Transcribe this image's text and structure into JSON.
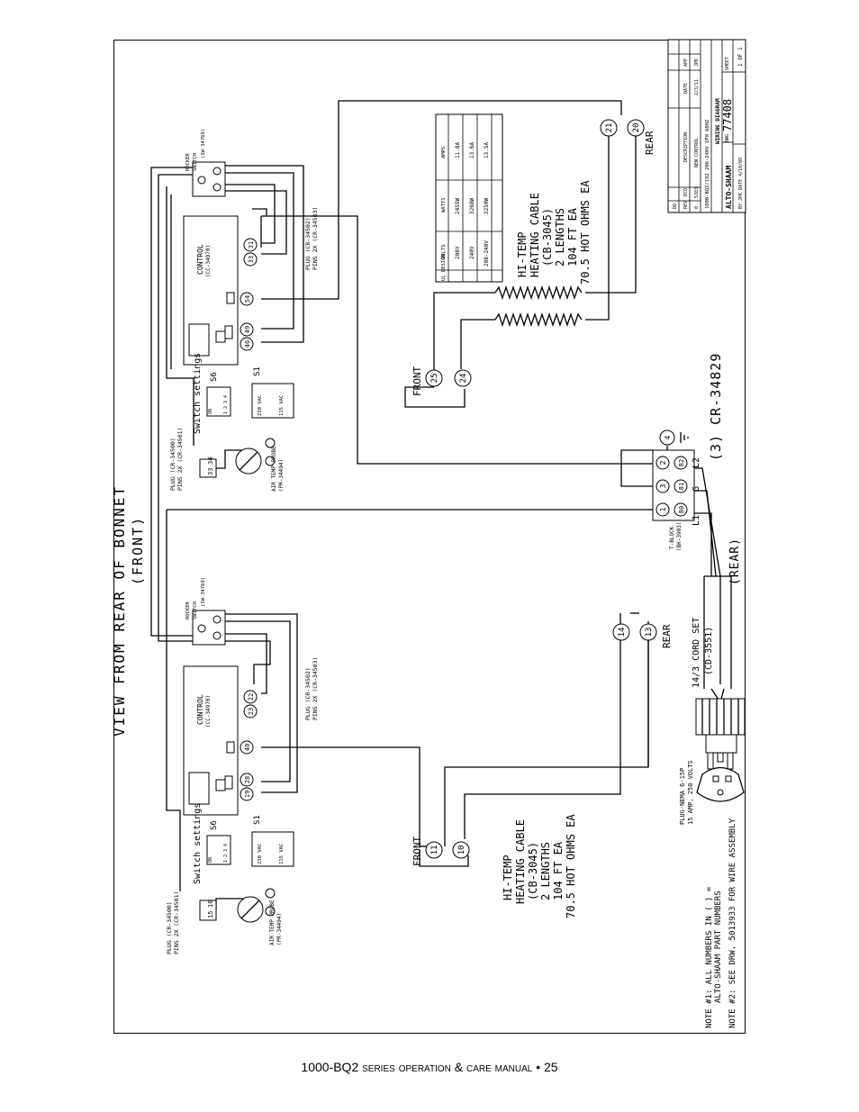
{
  "diagram": {
    "title": "VIEW FROM REAR OF BONNET",
    "subtitle": "(FRONT)",
    "rear_label": "(REAR)",
    "cord_id": "(3) CR-34829",
    "front_label": "FRONT",
    "rear_short": "REAR",
    "rocker_label": [
      "ROCKER",
      "SWITCH",
      "(SW-34769)"
    ],
    "control_label": [
      "CONTROL",
      "(CC-34970)"
    ],
    "switch_settings": "Switch settings",
    "s6": "S6",
    "s1": "S1",
    "dip_on": "ON",
    "dip_nums": "1 2 3 4",
    "s1_230": "230 VAC",
    "s1_115": "115 VAC",
    "plug_ctrl": [
      "PLUG (CR-34502)",
      "PINS 2X (CR-34503)"
    ],
    "plug_probe": [
      "PLUG (CR-34500)",
      "PINS 2X (CR-34501)"
    ],
    "probe_label": [
      "AIR TEMP PROBE",
      "(PR-34494)"
    ],
    "upper_circles": {
      "c31": "31",
      "c33": "33",
      "c54": "54",
      "c49": "49",
      "c46": "46",
      "c33b": "33",
      "c34": "34"
    },
    "lower_circles": {
      "c22": "22",
      "c23": "23",
      "c40": "40",
      "c28": "28",
      "c19": "19",
      "c15": "15",
      "c16": "16"
    },
    "heater_circles": {
      "c21": "21",
      "c20": "20",
      "c25": "25",
      "c24": "24",
      "c14": "14",
      "c13": "13",
      "c11": "11",
      "c10": "10"
    },
    "tblock": {
      "c2": "2",
      "c82": "82",
      "c3": "3",
      "c81": "81",
      "c1": "1",
      "c80": "80",
      "c4": "4",
      "label": [
        "T-BLOCK",
        "(BK-3903)"
      ],
      "l1": "L1",
      "l2": "L2",
      "g": "G"
    },
    "cord_set": [
      "14/3 CORD SET",
      "(CD-3551)"
    ],
    "plug_nema": [
      "PLUG-NEMA 6-15P",
      "15 AMP, 250 VOLTS"
    ],
    "heating_cable": [
      "HI-TEMP",
      "HEATING CABLE",
      "(CB-3045)",
      "2 LENGTHS",
      "104 FT EA",
      "70.5 HOT OHMS EA"
    ],
    "spec_table": {
      "headers": [
        "UL DESIGN",
        "VOLTS",
        "WATTS",
        "AMPS"
      ],
      "rows": [
        [
          "",
          "208V",
          "2455W",
          "11.8A"
        ],
        [
          "",
          "240V",
          "3268W",
          "13.6A"
        ],
        [
          "",
          "208-240V",
          "3250W",
          "13.5A"
        ]
      ]
    },
    "notes": [
      "NOTE #1: ALL NUMBERS IN ( ) =",
      "ALTO-SHAAM PART NUMBERS",
      "NOTE #2: SEE DRW. 5013933 FOR WIRE ASSEMBLY"
    ],
    "title_block": {
      "brand": "ALTO-SHAAM",
      "dwg_label": "DWG",
      "dwg_no": "77408",
      "sheet_label": "SHEET",
      "sheet": "1 OF 1",
      "drawing_title": "WIRING DIAGRAM",
      "desc": "1000-BQ2/192  208-240V  1PH 60HZ",
      "by": "BY  JPK DATE 4/10/08",
      "hdr": [
        "DO",
        "REV",
        "ECO",
        "DESCRIPTION",
        "DATE",
        "APP"
      ],
      "rev_row": [
        "0",
        "5383",
        "NEW CONTROL",
        "2/3/11",
        "JPK"
      ]
    }
  },
  "footer": {
    "model": "1000-BQ2",
    "series": "series operation & care manual",
    "page": "• 25"
  }
}
